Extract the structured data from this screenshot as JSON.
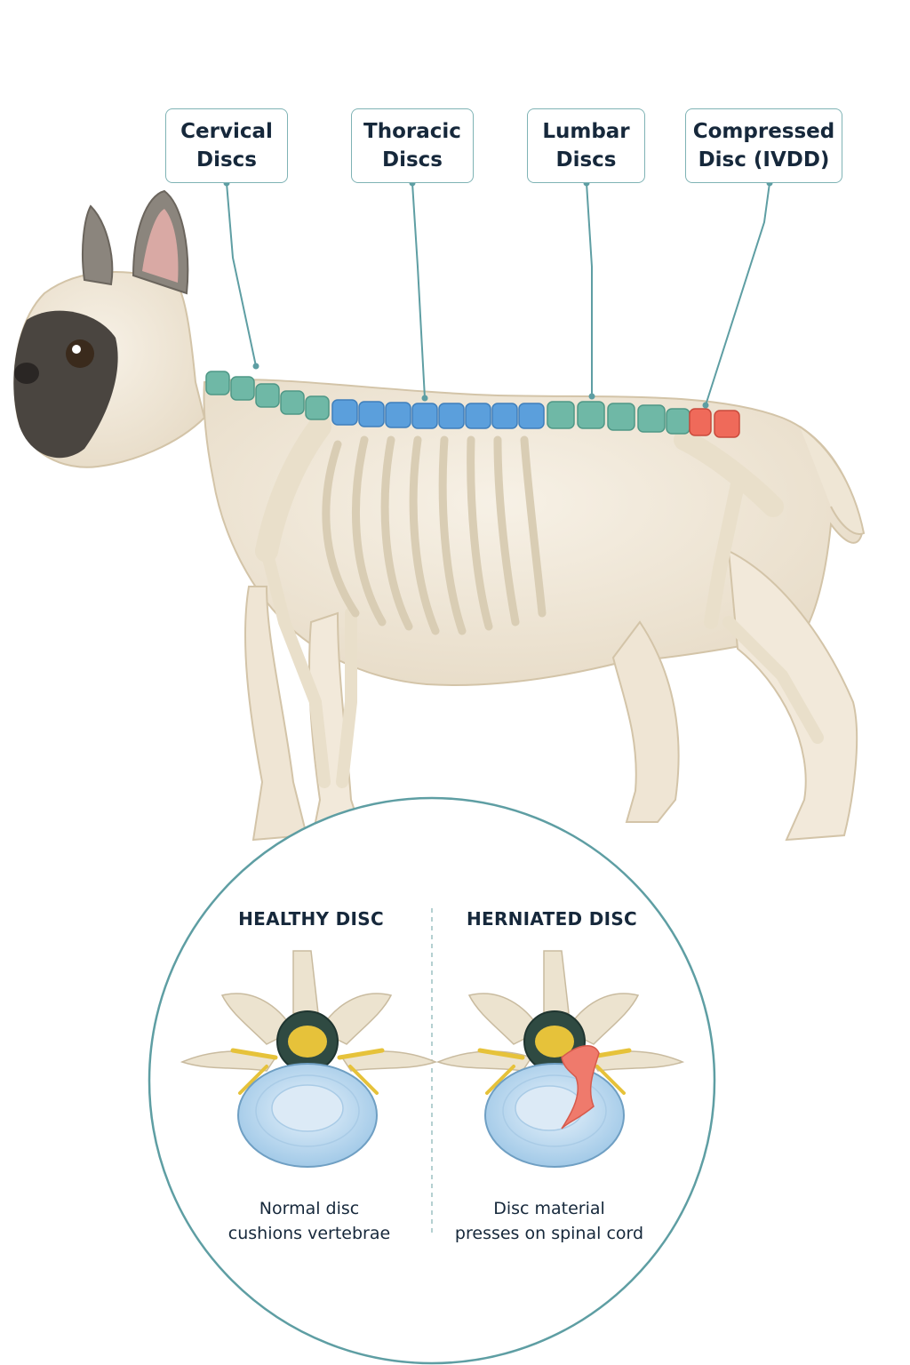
{
  "labels": {
    "cervical": {
      "line1": "Cervical",
      "line2": "Discs"
    },
    "thoracic": {
      "line1": "Thoracic",
      "line2": "Discs"
    },
    "lumbar": {
      "line1": "Lumbar",
      "line2": "Discs"
    },
    "compressed": {
      "line1": "Compressed",
      "line2": "Disc (IVDD)"
    }
  },
  "inset": {
    "healthy": {
      "title": "HEALTHY DISC",
      "caption_line1": "Normal disc",
      "caption_line2": "cushions vertebrae"
    },
    "herniated": {
      "title": "HERNIATED DISC",
      "caption_line1": "Disc material",
      "caption_line2": "presses on spinal cord"
    }
  },
  "colors": {
    "cervical": "#6fb8a6",
    "thoracic": "#5b9fdc",
    "lumbar": "#6fb8a6",
    "compressed": "#ef6a5a",
    "leader": "#5e9ea3",
    "bone": "#ece3cf",
    "fur": "#f1e8d8",
    "disc": "#bcd9ef",
    "nerve": "#e6c23a"
  }
}
